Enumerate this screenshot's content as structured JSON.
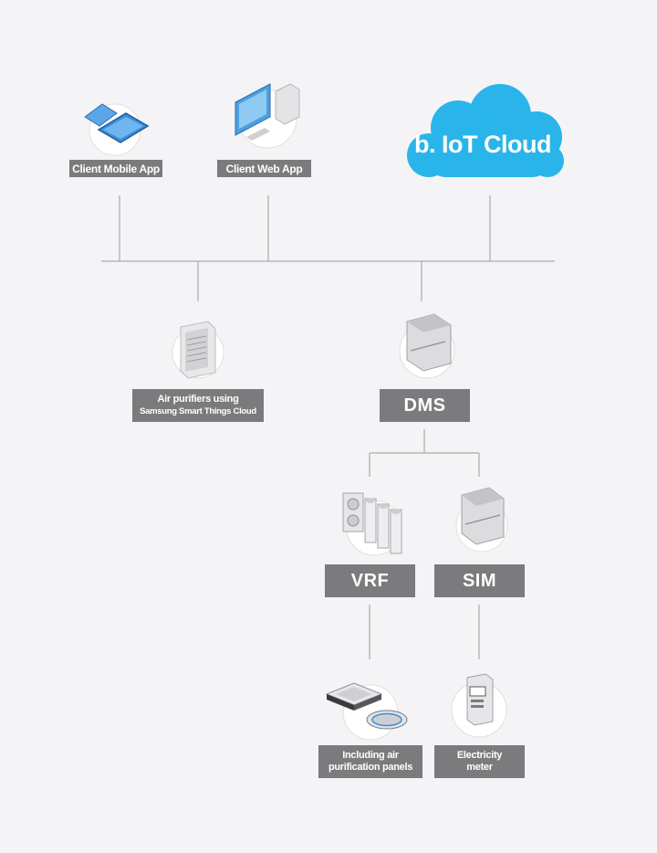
{
  "nodes": {
    "client_mobile_app": "Client Mobile App",
    "client_web_app": "Client Web App",
    "cloud": "b. IoT Cloud",
    "air_purifiers_line1": "Air purifiers using",
    "air_purifiers_line2": "Samsung Smart Things Cloud",
    "dms": "DMS",
    "vrf": "VRF",
    "sim": "SIM",
    "panels_line1": "Including air",
    "panels_line2": "purification panels",
    "meter_line1": "Electricity",
    "meter_line2": "meter"
  },
  "colors": {
    "background": "#f4f4f6",
    "label_fill": "#7b7b7d",
    "connector": "#9a9a9a",
    "cloud": "#29b5ea",
    "device_blue": "#3b8fd9"
  },
  "icons": {
    "client_mobile_app": "mobile-devices-icon",
    "client_web_app": "desktop-computer-icon",
    "air_purifiers": "air-purifier-icon",
    "dms": "controller-box-icon",
    "vrf": "outdoor-units-icon",
    "sim": "controller-box-icon",
    "panels": "ceiling-cassette-icon",
    "meter": "electricity-meter-icon"
  }
}
